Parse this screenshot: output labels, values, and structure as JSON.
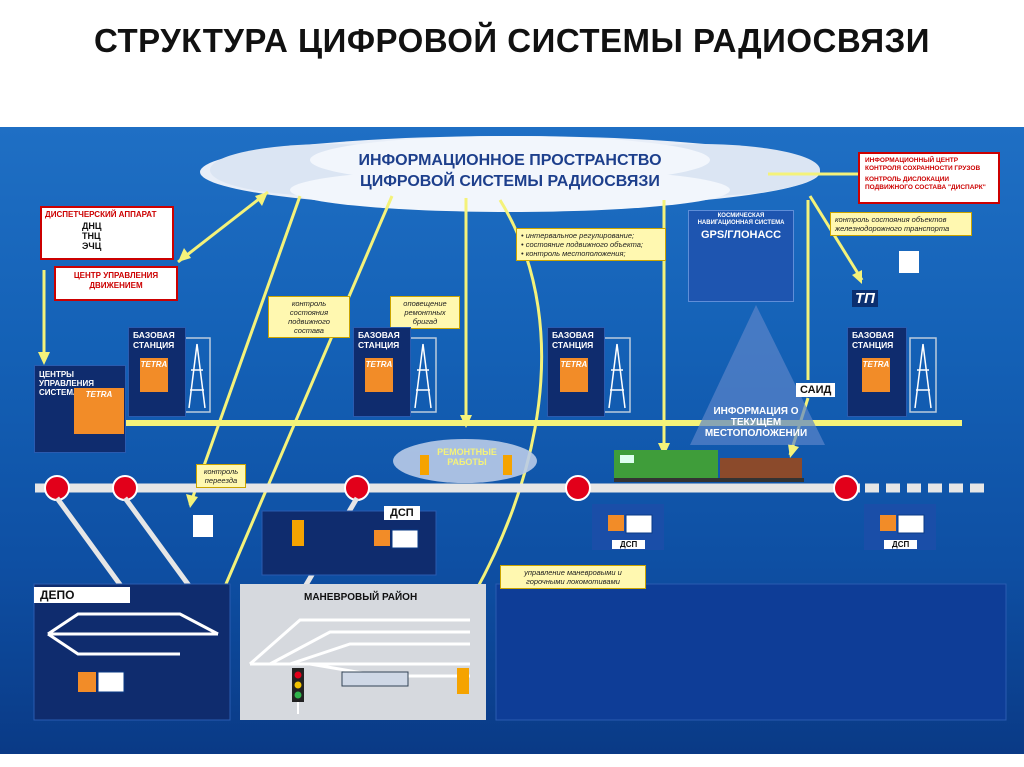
{
  "title": "СТРУКТУРА ЦИФРОВОЙ СИСТЕМЫ РАДИОСВЯЗИ",
  "cloud": {
    "line1": "ИНФОРМАЦИОННОЕ ПРОСТРАНСТВО",
    "line2": "ЦИФРОВОЙ СИСТЕМЫ РАДИОСВЯЗИ"
  },
  "dispatcher": {
    "header": "ДИСПЕТЧЕРСКИЙ АППАРАТ",
    "items": [
      "ДНЦ",
      "ТНЦ",
      "ЭЧЦ"
    ],
    "traffic_center": "ЦЕНТР УПРАВЛЕНИЯ ДВИЖЕНИЕМ"
  },
  "right_boxes": {
    "info_center": "ИНФОРМАЦИОННЫЙ ЦЕНТР КОНТРОЛЯ СОХРАННОСТИ ГРУЗОВ",
    "dislocation": "КОНТРОЛЬ ДИСЛОКАЦИИ ПОДВИЖНОГО СОСТАВА \"ДИСПАРК\""
  },
  "notes": {
    "interval": "• интервальное регулирование;\n• состояние подвижного объекта;\n• контроль местоположения;",
    "rolling_stock": "контроль состояния подвижного состава",
    "repair_alert": "оповещение ремонтных бригад",
    "crossing": "контроль переезда",
    "railway_objects": "контроль состояния объектов железнодорожного транспорта",
    "shunting": "управление маневровыми и горочными локомотивами"
  },
  "satellite": {
    "caption": "КОСМИЧЕСКАЯ НАВИГАЦИОННАЯ СИСТЕМА",
    "name": "GPS/ГЛОНАСС",
    "beam_text": "ИНФОРМАЦИЯ О ТЕКУЩЕМ МЕСТОПОЛОЖЕНИИ"
  },
  "control_center": {
    "label": "ЦЕНТРЫ УПРАВЛЕНИЯ СИСТЕМАМИ",
    "tetra": "TETRA"
  },
  "base_stations": [
    {
      "label": "БАЗОВАЯ СТАНЦИЯ",
      "tetra": "TETRA"
    },
    {
      "label": "БАЗОВАЯ СТАНЦИЯ",
      "tetra": "TETRA"
    },
    {
      "label": "БАЗОВАЯ СТАНЦИЯ",
      "tetra": "TETRA"
    },
    {
      "label": "БАЗОВАЯ СТАНЦИЯ",
      "tetra": "TETRA"
    }
  ],
  "repair_label": "РЕМОНТНЫЕ РАБОТЫ",
  "tp_label": "ТП",
  "said_label": "САИД",
  "dsp_label": "ДСП",
  "depot_label": "ДЕПО",
  "shunting_area_label": "МАНЕВРОВЫЙ РАЙОН",
  "colors": {
    "background_top": "#1f6fc4",
    "background_bottom": "#0a3a86",
    "connector": "#f4f27a",
    "signal": "#e2001a",
    "tetra": "#f28c28"
  }
}
